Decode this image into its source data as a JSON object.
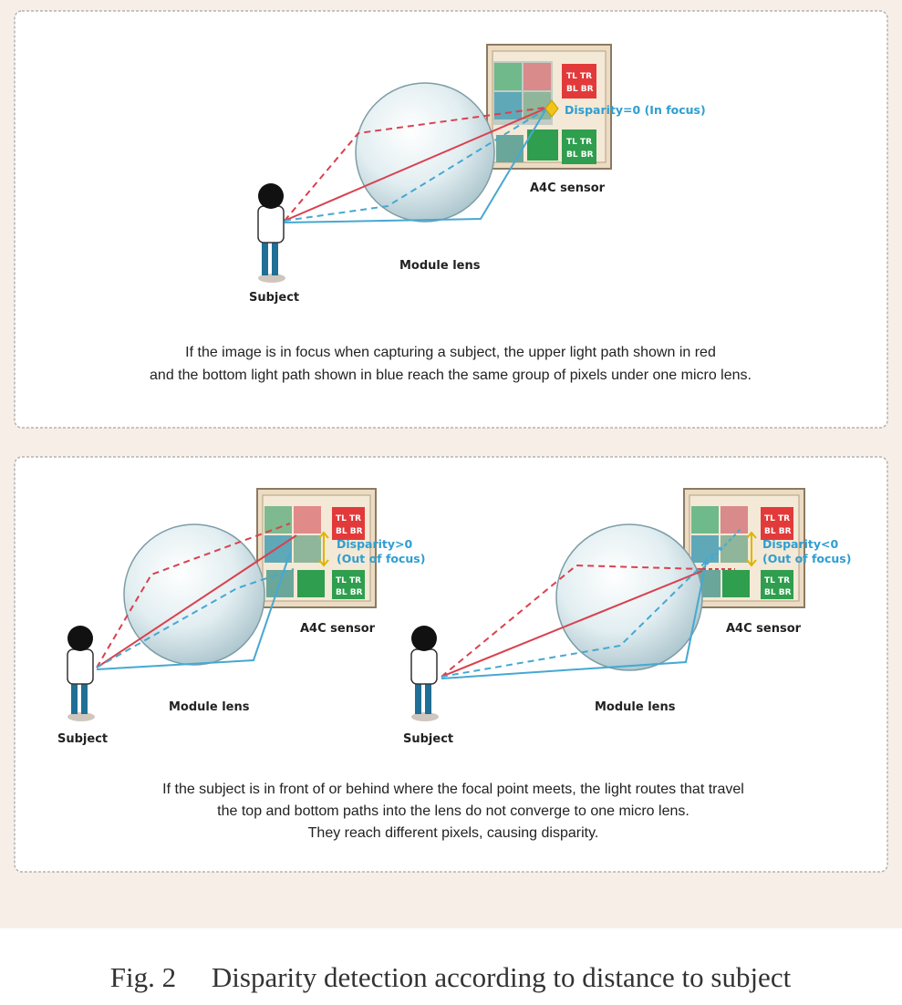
{
  "colors": {
    "background": "#f7efe7",
    "panel": "#ffffff",
    "panel_border": "#b3b3b3",
    "red_path": "#d9414f",
    "blue_path": "#46a8d2",
    "disparity_text": "#2f9ed0",
    "pixel_red": "#e23a3a",
    "pixel_green": "#2f9e4e"
  },
  "panel_top": {
    "sensor_label": "A4C sensor",
    "lens_label": "Module lens",
    "subject_label": "Subject",
    "disparity_label": "Disparity=0 (In focus)",
    "pixel_labels": [
      "TL TR",
      "BL BR"
    ],
    "caption_lines": [
      "If the image is in focus when capturing a subject, the upper light path shown in red",
      "and the bottom light path shown in blue reach the same group of pixels under one micro lens."
    ]
  },
  "panel_bottom": {
    "left": {
      "sensor_label": "A4C sensor",
      "lens_label": "Module lens",
      "subject_label": "Subject",
      "disparity_line1": "Disparity>0",
      "disparity_line2": "(Out of focus)"
    },
    "right": {
      "sensor_label": "A4C sensor",
      "lens_label": "Module lens",
      "subject_label": "Subject",
      "disparity_line1": "Disparity<0",
      "disparity_line2": "(Out of focus)"
    },
    "pixel_labels": [
      "TL TR",
      "BL BR"
    ],
    "caption_lines": [
      "If the subject is in front of or behind where the focal point meets, the light routes that travel",
      "the top and bottom paths into the lens do not converge to one micro lens.",
      "They reach different pixels, causing disparity."
    ]
  },
  "figure_caption": "Fig. 2     Disparity detection according to distance to subject"
}
